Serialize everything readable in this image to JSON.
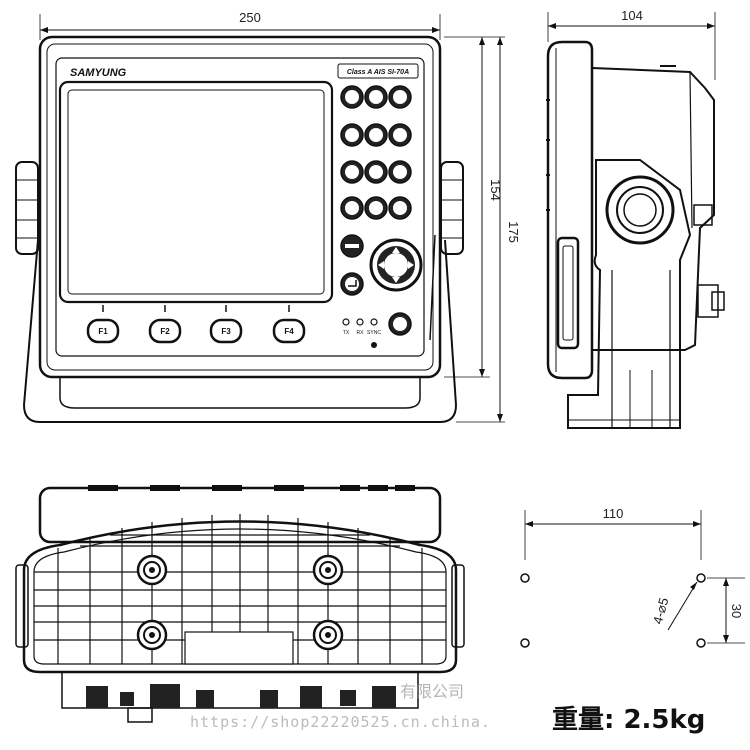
{
  "dimensions": {
    "front_width": "250",
    "front_height_inner": "154",
    "front_height_outer": "175",
    "side_depth": "104",
    "mount_width": "110",
    "mount_height": "30",
    "mount_holes": "4-⌀5"
  },
  "device": {
    "brand": "SAMYUNG",
    "model": "Class A AIS SI-70A",
    "function_keys": [
      "F1",
      "F2",
      "F3",
      "F4"
    ],
    "status_leds": [
      "TX",
      "RX",
      "SYNC"
    ]
  },
  "weight_label": "重量: 2.5kg",
  "watermark": {
    "company": "有限公司",
    "url": "https://shop22220525.cn.china."
  },
  "colors": {
    "line": "#111111",
    "panel": "#f4f4f4",
    "background": "#ffffff"
  }
}
